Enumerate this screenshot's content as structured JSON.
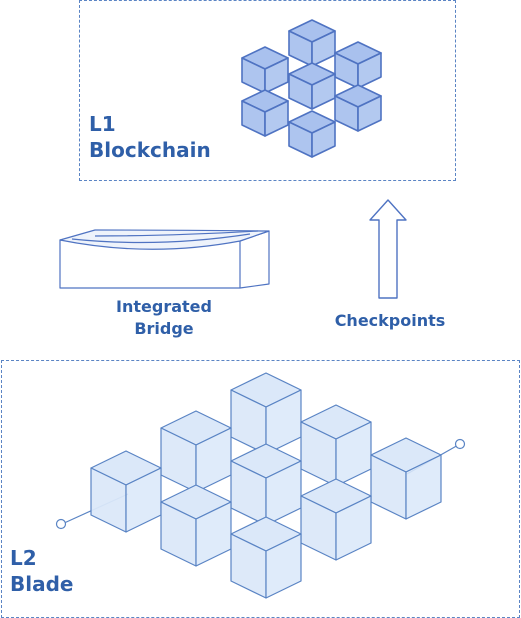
{
  "l1": {
    "title_line1": "L1",
    "title_line2": "Blockchain"
  },
  "l2": {
    "title_line1": "L2",
    "title_line2": "Blade"
  },
  "bridge": {
    "line1": "Integrated",
    "line2": "Bridge"
  },
  "checkpoints": {
    "label": "Checkpoints"
  },
  "colors": {
    "accent": "#2f5fa8",
    "l1_cube_fill": "#a9c1ee",
    "l1_cube_stroke": "#4f73c2",
    "l2_cube_fill": "#dbe8f9",
    "l2_cube_stroke": "#5a84c4",
    "border": "#5a84c4"
  },
  "icons": [
    "l1-cube-cluster-icon",
    "l2-cube-grid-icon",
    "bridge-icon",
    "up-arrow-icon"
  ]
}
